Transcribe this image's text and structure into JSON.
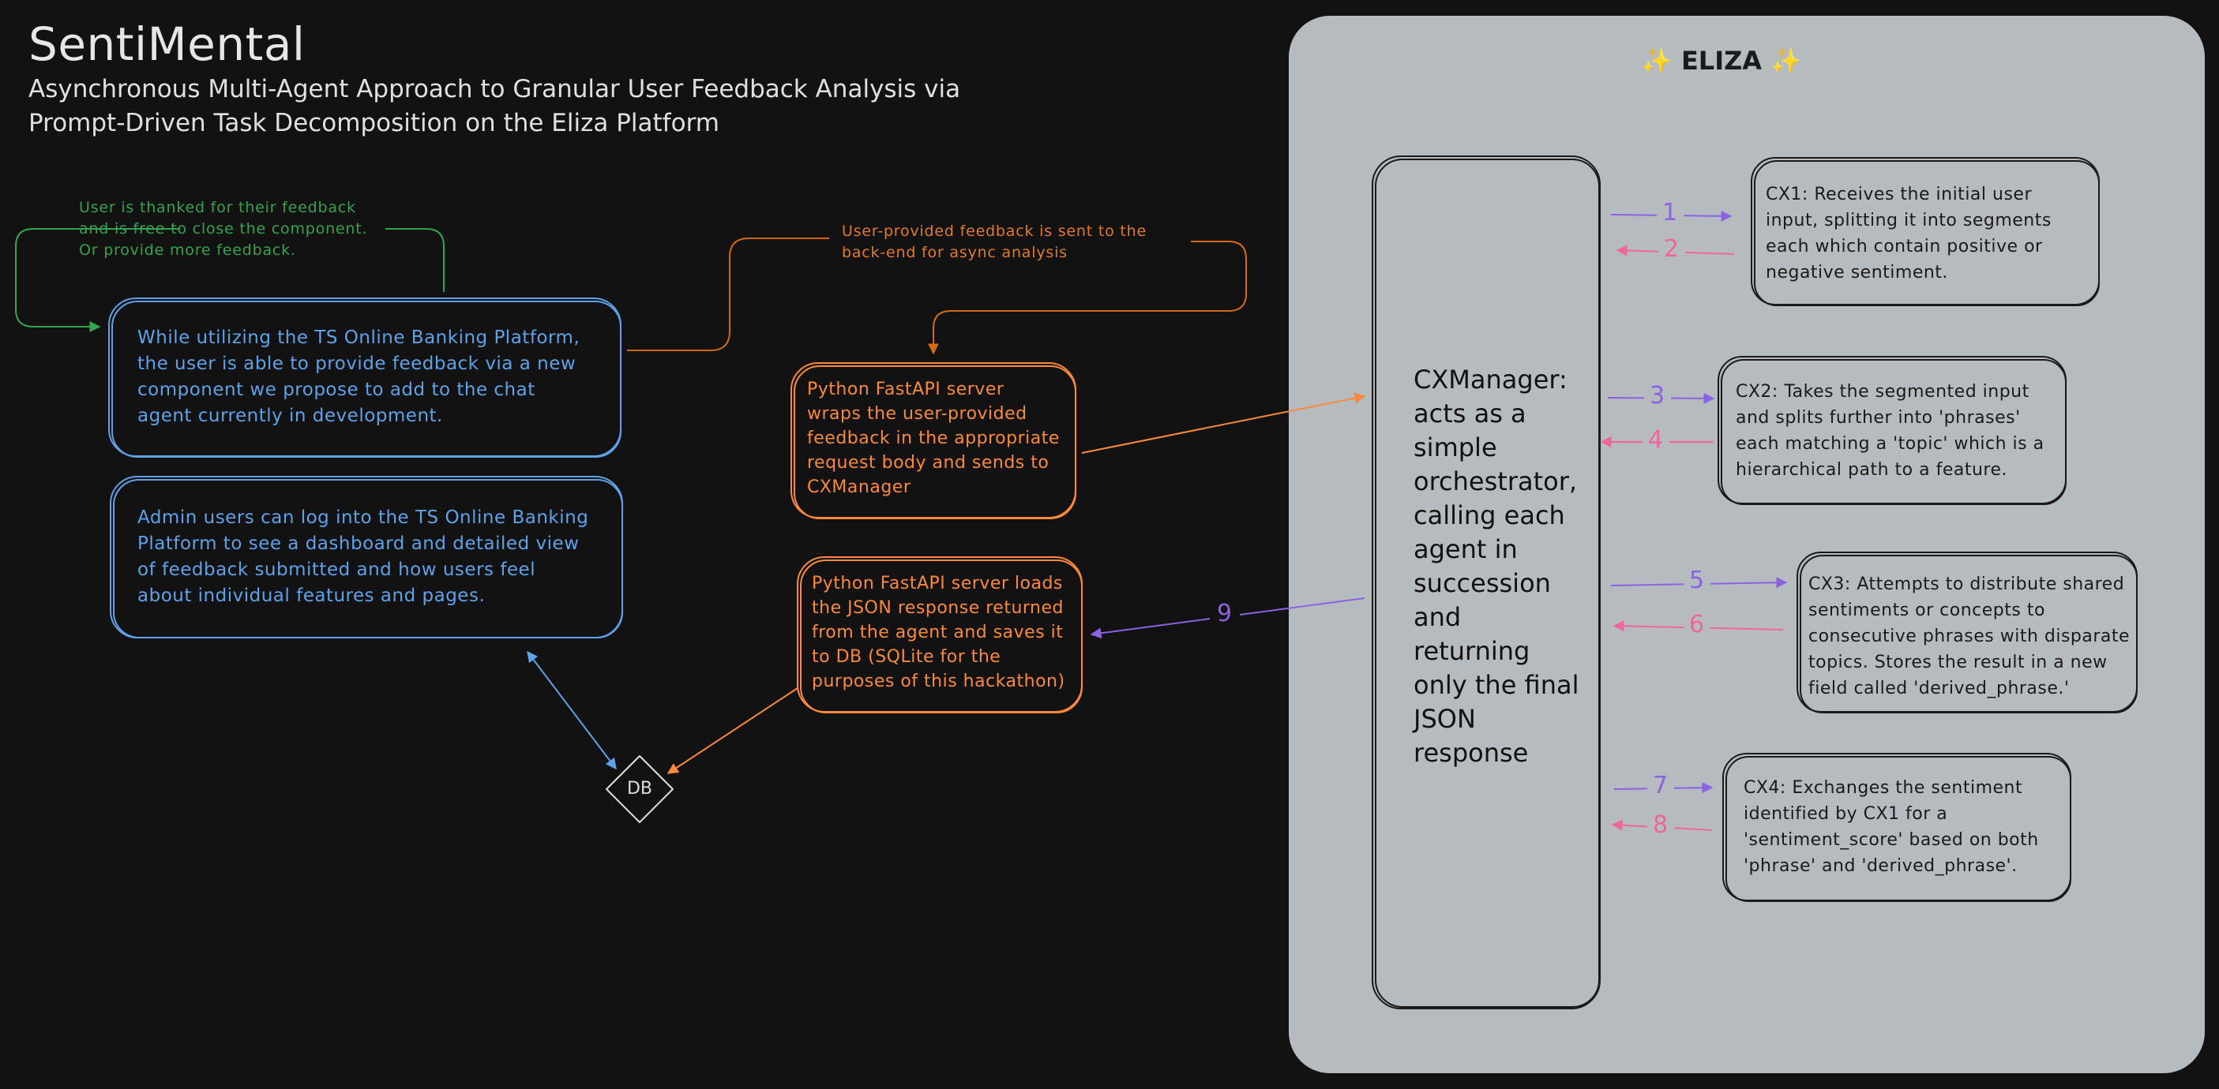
{
  "title": "SentiMental",
  "subtitle": "Asynchronous Multi-Agent Approach to Granular User Feedback Analysis via Prompt-Driven Task Decomposition on the Eliza Platform",
  "notes": {
    "green": "User is thanked for their feedback and is free to close the component. Or provide more feedback.",
    "orange": "User-provided feedback is sent to the back-end for async analysis"
  },
  "boxes": {
    "user": "While utilizing the TS Online Banking Platform, the user is able to provide feedback via a new component we propose to add to the chat agent currently in development.",
    "admin": "Admin users can log into the TS Online Banking Platform to see a dashboard and detailed view of feedback submitted and how users feel about individual features and pages.",
    "fastapi_send": "Python FastAPI server wraps the user-provided feedback in the appropriate request body and sends to CXManager",
    "fastapi_load": "Python FastAPI server loads the JSON response returned from the agent and saves it to DB (SQLite for the purposes of this hackathon)",
    "db": "DB"
  },
  "eliza": {
    "title": "✨ ELIZA ✨",
    "manager": "CXManager: acts as a simple orchestrator, calling each agent in succession and returning only the final JSON response",
    "agents": [
      "CX1: Receives the initial user input, splitting it into segments each which contain positive or negative sentiment.",
      "CX2: Takes the segmented input and splits further into 'phrases' each matching a 'topic' which is a hierarchical path to a feature.",
      "CX3: Attempts to distribute shared sentiments or concepts to consecutive phrases with disparate topics. Stores the result in a new field called 'derived_phrase.'",
      "CX4: Exchanges the sentiment identified by CX1 for a 'sentiment_score' based on both 'phrase' and 'derived_phrase'."
    ]
  },
  "arrow_labels": [
    "1",
    "2",
    "3",
    "4",
    "5",
    "6",
    "7",
    "8",
    "9"
  ],
  "colors": {
    "background": "#121212",
    "panel": "#b6bbbf",
    "blue": "#5fa2e8",
    "orange": "#ff8a3d",
    "green": "#35a34e",
    "purple": "#8a63e0",
    "pink": "#f0669c"
  }
}
